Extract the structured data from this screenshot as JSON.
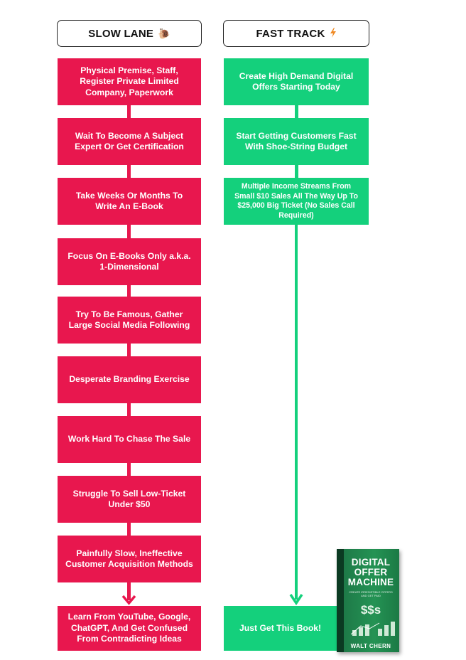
{
  "slow_lane": {
    "title": "SLOW LANE",
    "icon": "snail-icon",
    "steps": [
      "Physical Premise, Staff, Register Private Limited Company, Paperwork",
      "Wait To Become A Subject Expert Or Get Certification",
      "Take Weeks Or Months To Write An E-Book",
      "Focus On E-Books Only a.k.a. 1-Dimensional",
      "Try To Be Famous, Gather Large Social Media Following",
      "Desperate Branding Exercise",
      "Work Hard To Chase The Sale",
      "Struggle To Sell Low-Ticket Under $50",
      "Painfully Slow, Ineffective Customer Acquisition Methods",
      "Learn From YouTube, Google, ChatGPT, And Get Confused From Contradicting Ideas"
    ],
    "color": "#e8174e"
  },
  "fast_track": {
    "title": "FAST TRACK",
    "icon": "lightning-icon",
    "steps": [
      "Create High Demand Digital Offers Starting Today",
      "Start Getting Customers Fast With Shoe-String Budget",
      "Multiple Income Streams From Small $10 Sales All The Way Up To $25,000 Big Ticket (No Sales Call Required)"
    ],
    "final": "Just Get This Book!",
    "color": "#14d07c"
  },
  "book": {
    "title_line1": "DIGITAL",
    "title_line2": "OFFER",
    "title_line3": "MACHINE",
    "subtitle": "CREATE IRRESISTIBLE OFFERS AND GET PAID",
    "dollars": "$$s",
    "author": "WALT CHERN"
  }
}
